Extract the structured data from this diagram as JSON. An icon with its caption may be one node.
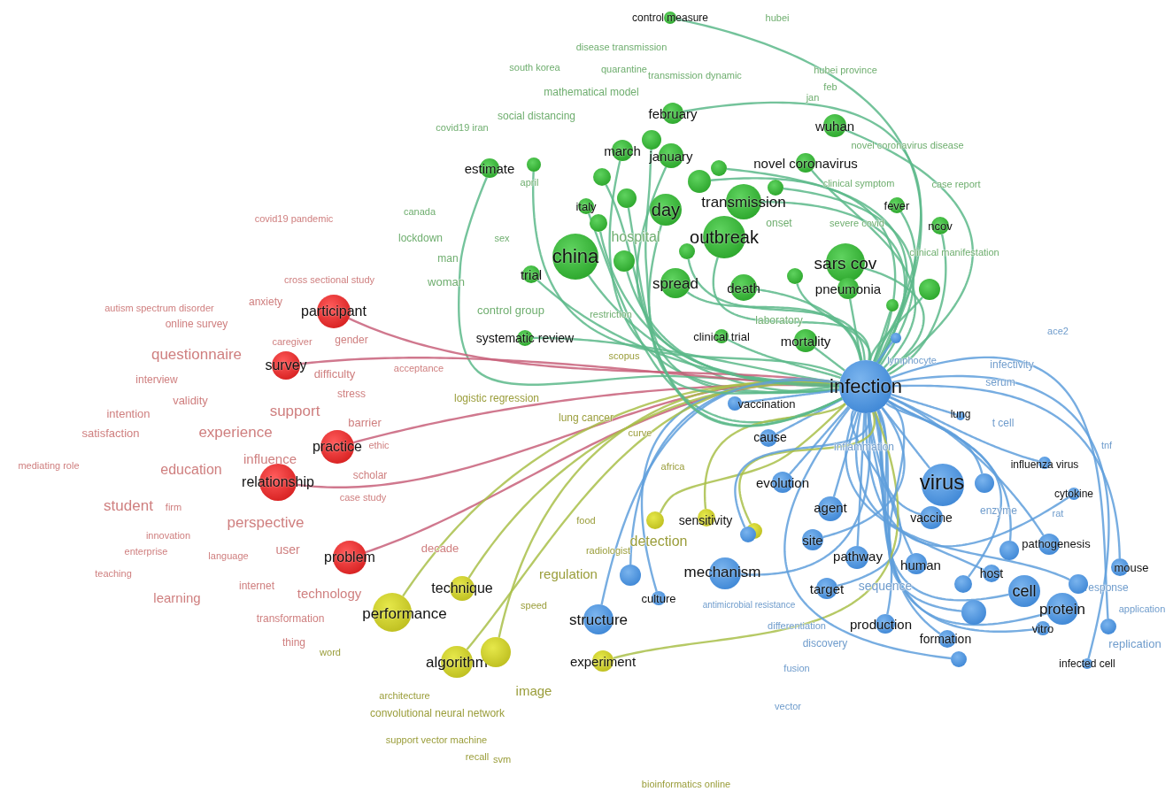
{
  "diagram": {
    "nodes": [
      {
        "text": [
          "infection"
        ]
      },
      {
        "text": [
          "control measure"
        ]
      },
      {
        "text": [
          "february"
        ]
      },
      {
        "text": [
          "wuhan"
        ]
      },
      {
        "text": [
          "march"
        ]
      },
      {
        "text": [
          "january"
        ]
      },
      {
        "text": [
          "estimate"
        ]
      },
      {
        "text": [
          "novel coronavirus"
        ]
      },
      {
        "text": [
          "italy"
        ]
      },
      {
        "text": [
          "day"
        ]
      },
      {
        "text": [
          "transmission"
        ]
      },
      {
        "text": [
          "fever"
        ]
      },
      {
        "text": [
          "ncov"
        ]
      },
      {
        "text": [
          "china"
        ]
      },
      {
        "text": [
          "outbreak"
        ]
      },
      {
        "text": [
          "sars cov"
        ]
      },
      {
        "text": [
          "trial"
        ]
      },
      {
        "text": [
          "spread"
        ]
      },
      {
        "text": [
          "death"
        ]
      },
      {
        "text": [
          "pneumonia"
        ]
      },
      {
        "text": [
          "systematic review"
        ]
      },
      {
        "text": [
          "clinical trial"
        ]
      },
      {
        "text": [
          "mortality"
        ]
      },
      {
        "text": [
          "participant"
        ]
      },
      {
        "text": [
          "survey"
        ]
      },
      {
        "text": [
          "practice"
        ]
      },
      {
        "text": [
          "relationship"
        ]
      },
      {
        "text": [
          "problem"
        ]
      },
      {
        "text": [
          "vaccination"
        ]
      },
      {
        "text": [
          "cause"
        ]
      },
      {
        "text": [
          "lung"
        ]
      },
      {
        "text": [
          "evolution"
        ]
      },
      {
        "text": [
          "agent"
        ]
      },
      {
        "text": [
          "virus"
        ]
      },
      {
        "text": [
          "influenza virus"
        ]
      },
      {
        "text": [
          "cytokine"
        ]
      },
      {
        "text": [
          "vaccine"
        ]
      },
      {
        "text": [
          "site"
        ]
      },
      {
        "text": [
          "pathogenesis"
        ]
      },
      {
        "text": [
          "pathway"
        ]
      },
      {
        "text": [
          "mouse"
        ]
      },
      {
        "text": [
          "mechanism"
        ]
      },
      {
        "text": [
          "human"
        ]
      },
      {
        "text": [
          "host"
        ]
      },
      {
        "text": [
          "cell"
        ]
      },
      {
        "text": [
          "target"
        ]
      },
      {
        "text": [
          "protein"
        ]
      },
      {
        "text": [
          "production"
        ]
      },
      {
        "text": [
          "structure"
        ]
      },
      {
        "text": [
          "formation"
        ]
      },
      {
        "text": [
          "vitro"
        ]
      },
      {
        "text": [
          "culture"
        ]
      },
      {
        "text": [
          "infected cell"
        ]
      },
      {
        "text": [
          "sensitivity"
        ]
      },
      {
        "text": [
          "technique"
        ]
      },
      {
        "text": [
          "performance"
        ]
      },
      {
        "text": [
          "algorithm"
        ]
      },
      {
        "text": [
          "experiment"
        ]
      },
      {
        "text": [],
        "shape": "circle"
      },
      {
        "text": [],
        "shape": "circle"
      },
      {
        "text": [],
        "shape": "circle"
      },
      {
        "text": [],
        "shape": "circle"
      },
      {
        "text": [],
        "shape": "circle"
      },
      {
        "text": [],
        "shape": "circle"
      },
      {
        "text": [],
        "shape": "circle"
      },
      {
        "text": [],
        "shape": "circle"
      },
      {
        "text": [],
        "shape": "circle"
      },
      {
        "text": [],
        "shape": "circle"
      },
      {
        "text": [],
        "shape": "circle"
      },
      {
        "text": [],
        "shape": "circle"
      },
      {
        "text": [],
        "shape": "circle"
      },
      {
        "text": [],
        "shape": "circle"
      },
      {
        "text": [],
        "shape": "circle"
      },
      {
        "text": [],
        "shape": "circle"
      },
      {
        "text": [],
        "shape": "circle"
      },
      {
        "text": [],
        "shape": "circle"
      },
      {
        "text": [],
        "shape": "circle"
      },
      {
        "text": [],
        "shape": "circle"
      },
      {
        "text": [],
        "shape": "circle"
      },
      {
        "text": [],
        "shape": "circle"
      },
      {
        "text": [],
        "shape": "circle"
      },
      {
        "text": [],
        "shape": "circle"
      },
      {
        "text": [],
        "shape": "circle"
      },
      {
        "text": [],
        "shape": "circle"
      }
    ],
    "edges": [
      {
        "from": 0,
        "to": 1,
        "arrow": "none",
        "color": "#5cb98a"
      },
      {
        "from": 0,
        "to": 2,
        "arrow": "none",
        "color": "#5cb98a"
      },
      {
        "from": 0,
        "to": 3,
        "arrow": "none",
        "color": "#5cb98a"
      },
      {
        "from": 0,
        "to": 4,
        "arrow": "none",
        "color": "#5cb98a"
      },
      {
        "from": 0,
        "to": 5,
        "arrow": "none",
        "color": "#5cb98a"
      },
      {
        "from": 0,
        "to": 6,
        "arrow": "none",
        "color": "#5cb98a"
      },
      {
        "from": 0,
        "to": 7,
        "arrow": "none",
        "color": "#5cb98a"
      },
      {
        "from": 0,
        "to": 8,
        "arrow": "none",
        "color": "#5cb98a"
      },
      {
        "from": 0,
        "to": 9,
        "arrow": "none",
        "color": "#5cb98a"
      },
      {
        "from": 0,
        "to": 10,
        "arrow": "none",
        "color": "#5cb98a"
      },
      {
        "from": 0,
        "to": 11,
        "arrow": "none",
        "color": "#5cb98a"
      },
      {
        "from": 0,
        "to": 12,
        "arrow": "none",
        "color": "#5cb98a"
      },
      {
        "from": 0,
        "to": 13,
        "arrow": "none",
        "color": "#5cb98a"
      },
      {
        "from": 0,
        "to": 14,
        "arrow": "none",
        "color": "#5cb98a"
      },
      {
        "from": 0,
        "to": 15,
        "arrow": "none",
        "color": "#5cb98a"
      },
      {
        "from": 0,
        "to": 16,
        "arrow": "none",
        "color": "#5cb98a"
      },
      {
        "from": 0,
        "to": 17,
        "arrow": "none",
        "color": "#5cb98a"
      },
      {
        "from": 0,
        "to": 18,
        "arrow": "none",
        "color": "#5cb98a"
      },
      {
        "from": 0,
        "to": 19,
        "arrow": "none",
        "color": "#5cb98a"
      },
      {
        "from": 0,
        "to": 20,
        "arrow": "none",
        "color": "#5cb98a"
      },
      {
        "from": 0,
        "to": 21,
        "arrow": "none",
        "color": "#5cb98a"
      },
      {
        "from": 0,
        "to": 22,
        "arrow": "none",
        "color": "#5cb98a"
      },
      {
        "from": 0,
        "to": 23,
        "arrow": "none",
        "color": "#c8607a"
      },
      {
        "from": 0,
        "to": 24,
        "arrow": "none",
        "color": "#c8607a"
      },
      {
        "from": 0,
        "to": 25,
        "arrow": "none",
        "color": "#c8607a"
      },
      {
        "from": 0,
        "to": 26,
        "arrow": "none",
        "color": "#c8607a"
      },
      {
        "from": 0,
        "to": 27,
        "arrow": "none",
        "color": "#c8607a"
      },
      {
        "from": 0,
        "to": 28,
        "arrow": "none"
      },
      {
        "from": 0,
        "to": 29,
        "arrow": "none"
      },
      {
        "from": 0,
        "to": 30,
        "arrow": "none"
      },
      {
        "from": 0,
        "to": 31,
        "arrow": "none"
      },
      {
        "from": 0,
        "to": 32,
        "arrow": "none"
      },
      {
        "from": 0,
        "to": 33,
        "arrow": "none"
      },
      {
        "from": 0,
        "to": 34,
        "arrow": "none"
      },
      {
        "from": 0,
        "to": 35,
        "arrow": "none"
      },
      {
        "from": 0,
        "to": 36,
        "arrow": "none"
      },
      {
        "from": 0,
        "to": 37,
        "arrow": "none"
      },
      {
        "from": 0,
        "to": 38,
        "arrow": "none"
      },
      {
        "from": 0,
        "to": 39,
        "arrow": "none"
      },
      {
        "from": 0,
        "to": 40,
        "arrow": "none"
      },
      {
        "from": 0,
        "to": 41,
        "arrow": "none"
      },
      {
        "from": 0,
        "to": 42,
        "arrow": "none"
      },
      {
        "from": 0,
        "to": 43,
        "arrow": "none"
      },
      {
        "from": 0,
        "to": 44,
        "arrow": "none"
      },
      {
        "from": 0,
        "to": 45,
        "arrow": "none"
      },
      {
        "from": 0,
        "to": 46,
        "arrow": "none"
      },
      {
        "from": 0,
        "to": 47,
        "arrow": "none"
      },
      {
        "from": 0,
        "to": 48,
        "arrow": "none"
      },
      {
        "from": 0,
        "to": 49,
        "arrow": "none"
      },
      {
        "from": 0,
        "to": 50,
        "arrow": "none"
      },
      {
        "from": 0,
        "to": 51,
        "arrow": "none"
      },
      {
        "from": 0,
        "to": 52,
        "arrow": "none"
      },
      {
        "from": 0,
        "to": 53,
        "arrow": "none",
        "color": "#a9bf4a"
      },
      {
        "from": 0,
        "to": 54,
        "arrow": "none",
        "color": "#a9bf4a"
      },
      {
        "from": 0,
        "to": 55,
        "arrow": "none",
        "color": "#a9bf4a"
      },
      {
        "from": 0,
        "to": 56,
        "arrow": "none",
        "color": "#a9bf4a"
      },
      {
        "from": 0,
        "to": 57,
        "arrow": "none",
        "color": "#a9bf4a"
      },
      {
        "from": 0,
        "to": 58,
        "arrow": "none",
        "color": "#a9bf4a"
      },
      {
        "from": 0,
        "to": 59,
        "arrow": "none",
        "color": "#5cb98a"
      },
      {
        "from": 0,
        "to": 60,
        "arrow": "none",
        "color": "#5cb98a"
      },
      {
        "from": 0,
        "to": 61,
        "arrow": "none",
        "color": "#5cb98a"
      },
      {
        "from": 0,
        "to": 62,
        "arrow": "none",
        "color": "#5cb98a"
      },
      {
        "from": 0,
        "to": 63,
        "arrow": "none"
      },
      {
        "from": 0,
        "to": 64,
        "arrow": "none",
        "color": "#5cb98a"
      },
      {
        "from": 0,
        "to": 65,
        "arrow": "none",
        "color": "#5cb98a"
      },
      {
        "from": 0,
        "to": 66,
        "arrow": "none",
        "color": "#a9bf4a"
      },
      {
        "from": 0,
        "to": 67,
        "arrow": "none",
        "color": "#5cb98a"
      },
      {
        "from": 0,
        "to": 68,
        "arrow": "none",
        "color": "#5cb98a"
      },
      {
        "from": 0,
        "to": 69,
        "arrow": "none",
        "color": "#5cb98a"
      },
      {
        "from": 0,
        "to": 70,
        "arrow": "none",
        "color": "#a9bf4a"
      },
      {
        "from": 0,
        "to": 71,
        "arrow": "none"
      },
      {
        "from": 0,
        "to": 72,
        "arrow": "none",
        "color": "#5cb98a"
      },
      {
        "from": 0,
        "to": 73,
        "arrow": "none",
        "color": "#5cb98a"
      },
      {
        "from": 0,
        "to": 74,
        "arrow": "none",
        "color": "#5cb98a"
      },
      {
        "from": 0,
        "to": 75,
        "arrow": "none"
      },
      {
        "from": 0,
        "to": 76,
        "arrow": "none",
        "color": "#5cb98a"
      },
      {
        "from": 0,
        "to": 77,
        "arrow": "none"
      },
      {
        "from": 0,
        "to": 78,
        "arrow": "none"
      },
      {
        "from": 0,
        "to": 79,
        "arrow": "none"
      },
      {
        "from": 0,
        "to": 80,
        "arrow": "none"
      },
      {
        "from": 0,
        "to": 81,
        "arrow": "none"
      },
      {
        "from": 0,
        "to": 82,
        "arrow": "none"
      },
      {
        "from": 0,
        "to": 83,
        "arrow": "none"
      }
    ],
    "labels": [
      "hubei",
      "disease transmission",
      "south korea",
      "quarantine",
      "transmission dynamic",
      "hubei province",
      "feb",
      "mathematical model",
      "jan",
      "social distancing",
      "covid19 iran",
      "novel coronavirus disease",
      "april",
      "clinical symptom",
      "case report",
      "canada",
      "covid19 pandemic",
      "onset",
      "severe covid",
      "lockdown",
      "sex",
      "hospital",
      "man",
      "clinical manifestation",
      "cross sectional study",
      "woman",
      "anxiety",
      "autism spectrum disorder",
      "control group",
      "restriction",
      "online survey",
      "caregiver",
      "gender",
      "ace2",
      "questionnaire",
      "laboratory",
      "scopus",
      "lymphocyte",
      "infectivity",
      "acceptance",
      "interview",
      "difficulty",
      "serum",
      "stress",
      "validity",
      "support",
      "logistic regression",
      "intention",
      "lung cancer",
      "t cell",
      "barrier",
      "satisfaction",
      "experience",
      "curve",
      "ethic",
      "tnf",
      "inflammation",
      "africa",
      "influence",
      "mediating role",
      "education",
      "scholar",
      "case study",
      "student",
      "firm",
      "enzyme",
      "rat",
      "perspective",
      "food",
      "innovation",
      "detection",
      "enterprise",
      "language",
      "user",
      "radiologist",
      "teaching",
      "regulation",
      "response",
      "sequence",
      "antimicrobial resistance",
      "internet",
      "technology",
      "learning",
      "speed",
      "application",
      "transformation",
      "replication",
      "differentiation",
      "thing",
      "word",
      "discovery",
      "decade",
      "fusion",
      "image",
      "architecture",
      "convolutional neural network",
      "vector",
      "support vector machine",
      "recall",
      "svm",
      "bioinformatics online"
    ]
  }
}
